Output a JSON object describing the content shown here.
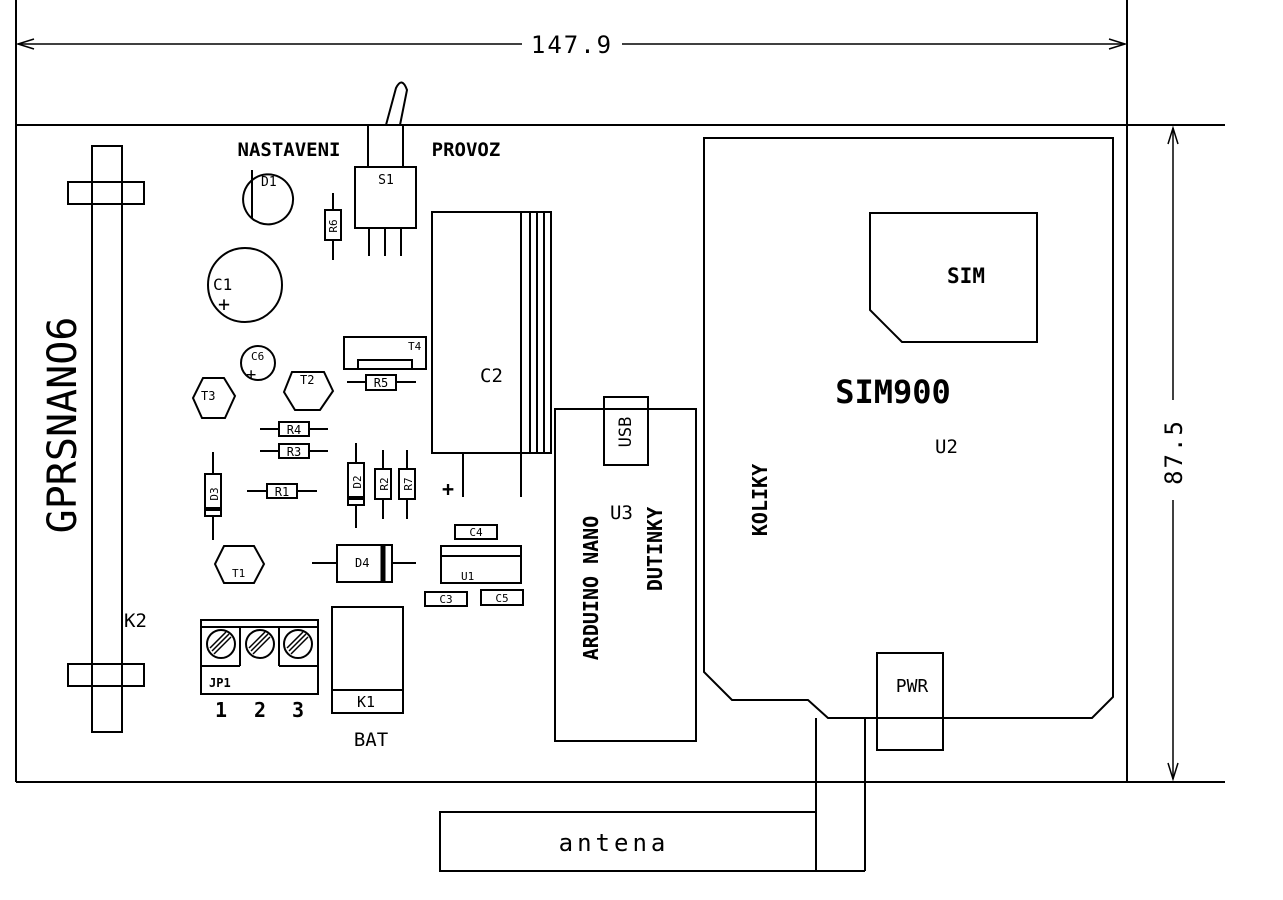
{
  "dimensions": {
    "width": "147.9",
    "height": "87.5"
  },
  "board_name": "GPRSNANO6",
  "switch": {
    "ref": "S1",
    "left": "NASTAVENI",
    "right": "PROVOZ"
  },
  "components": {
    "D1": "D1",
    "C1": "C1",
    "C1_pol": "+",
    "R6": "R6",
    "C6": "C6",
    "C6_pol": "+",
    "T4": "T4",
    "R5": "R5",
    "T3": "T3",
    "T2": "T2",
    "C2": "C2",
    "C2_pol": "+",
    "R4": "R4",
    "R3": "R3",
    "R1": "R1",
    "D3": "D3",
    "D2": "D2",
    "R2": "R2",
    "R7": "R7",
    "C4": "C4",
    "T1": "T1",
    "D4": "D4",
    "U1": "U1",
    "C3": "C3",
    "C5": "C5",
    "K1": "K1",
    "K2": "K2",
    "JP1": "JP1",
    "U2": "U2",
    "U3": "U3"
  },
  "terminal_pins": [
    "1",
    "2",
    "3"
  ],
  "battery_label": "BAT",
  "arduino": {
    "usb": "USB",
    "line1": "ARDUINO NANO",
    "line2": "DUTINKY"
  },
  "sim_module": {
    "sim": "SIM",
    "title": "SIM900",
    "koliky": "KOLIKY",
    "pwr": "PWR"
  },
  "antenna_label": "antena"
}
